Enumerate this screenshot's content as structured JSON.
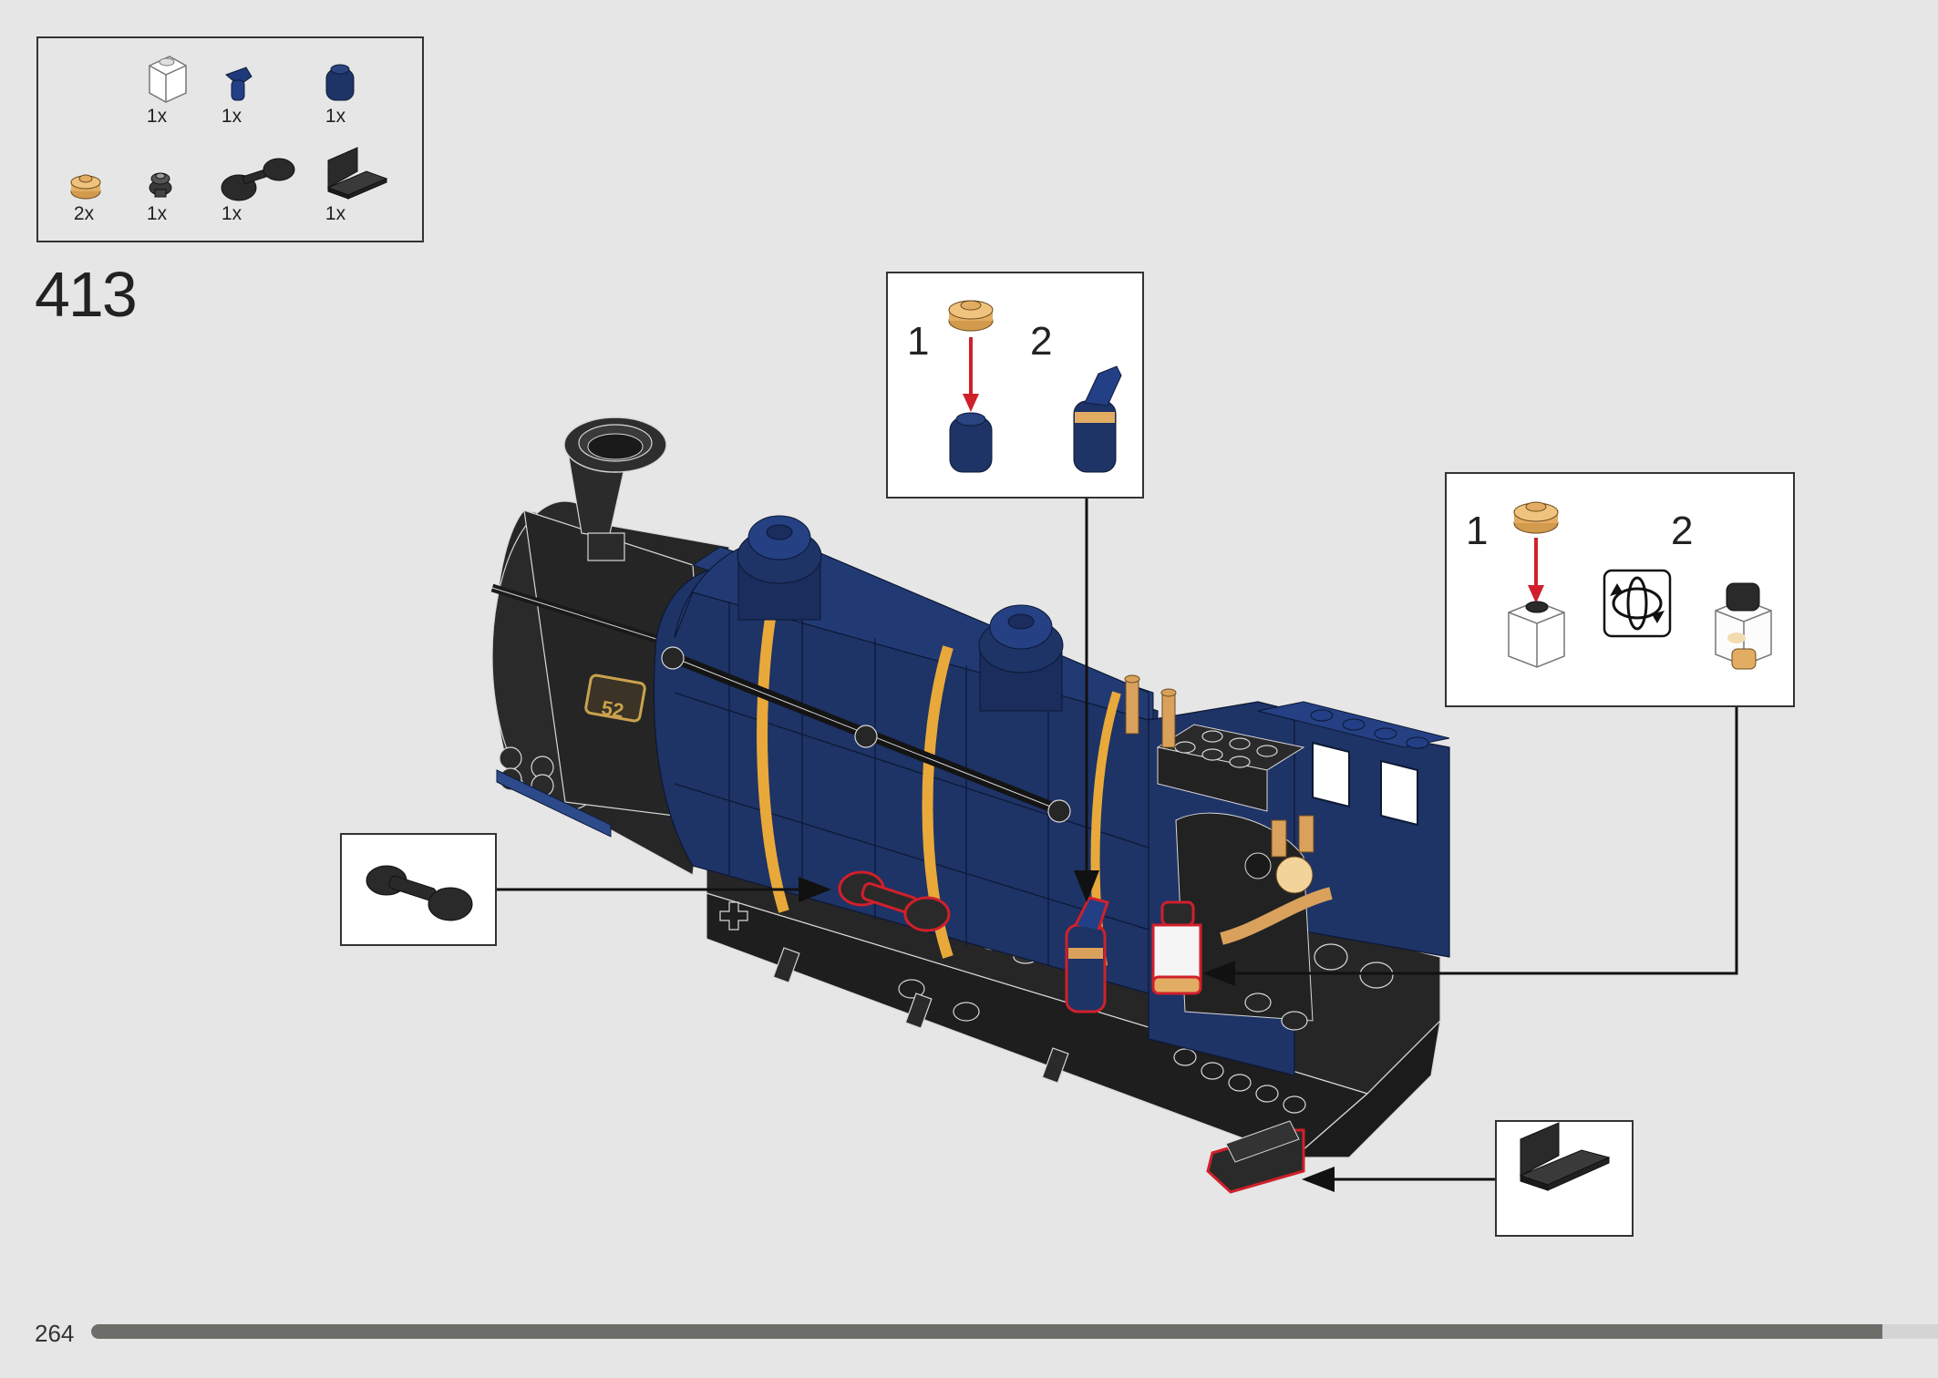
{
  "step": {
    "number": "413"
  },
  "page": {
    "number": "264",
    "progress_fraction": 0.97
  },
  "parts_list": [
    {
      "part": "transparent-brick-1x1",
      "quantity": "1x"
    },
    {
      "part": "blue-bent-pipe",
      "quantity": "1x"
    },
    {
      "part": "dark-blue-round-brick",
      "quantity": "1x"
    },
    {
      "part": "pearl-gold-round-plate",
      "quantity": "2x"
    },
    {
      "part": "dark-grey-cone-piece",
      "quantity": "1x"
    },
    {
      "part": "black-dumbbell-bar",
      "quantity": "1x"
    },
    {
      "part": "black-bracket-plate",
      "quantity": "1x"
    }
  ],
  "callouts": {
    "top": {
      "step_1": "1",
      "step_2": "2"
    },
    "right": {
      "step_1": "1",
      "step_2": "2"
    }
  },
  "colors": {
    "background": "#e6e6e6",
    "boiler_blue": "#1e3366",
    "gold_stripe": "#e8a93a",
    "highlight_red": "#d0202a",
    "locomotive_black": "#262626",
    "pearl_gold": "#d9a15c"
  }
}
